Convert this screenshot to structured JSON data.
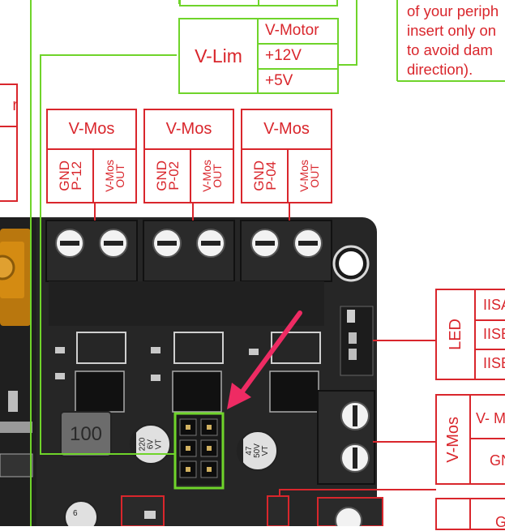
{
  "vlim": {
    "label": "V-Lim",
    "options": [
      "V-Motor",
      "+12V",
      "+5V"
    ]
  },
  "note": {
    "lines": [
      "of your periph",
      "insert only on",
      "to avoid dam",
      "direction)."
    ]
  },
  "mosfets": [
    {
      "header": "V-Mos",
      "gnd": "GND\nP-12",
      "out": "V-Mos\nOUT"
    },
    {
      "header": "V-Mos",
      "gnd": "GND\nP-02",
      "out": "V-Mos\nOUT"
    },
    {
      "header": "V-Mos",
      "gnd": "GND\nP-04",
      "out": "V-Mos\nOUT"
    }
  ],
  "led": {
    "label": "LED",
    "pins": [
      "IISA",
      "IISB",
      "IISB"
    ]
  },
  "vmos_right": {
    "label": "V-Mos",
    "pins": [
      "V- M",
      "GN"
    ]
  },
  "bottom_right": {
    "text": "G"
  },
  "left_label": {
    "text": "r"
  },
  "components": {
    "inductor": "100",
    "cap_left": "220\n6V\nVT",
    "cap_right": "47\n50V\nVT",
    "cap_small": "6"
  },
  "colors": {
    "red": "#d9262c",
    "green": "#6fd42a",
    "pink_arrow": "#ee2b63",
    "board": "#262626"
  }
}
